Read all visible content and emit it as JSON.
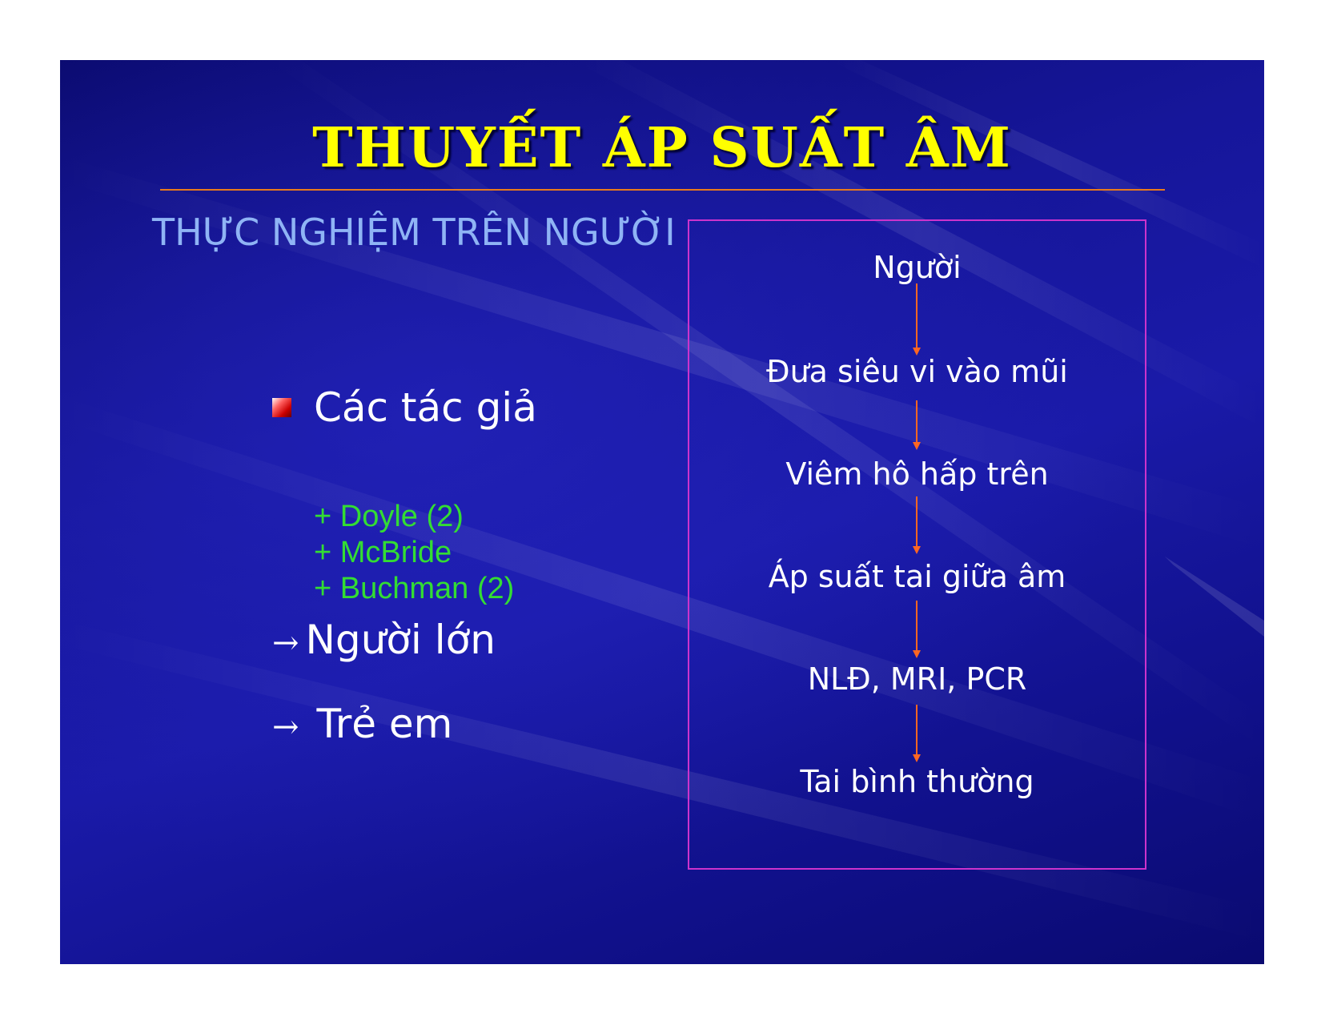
{
  "slide": {
    "title": "THUYẾT ÁP SUẤT ÂM",
    "subtitle": "THỰC NGHIỆM TRÊN NGƯỜI",
    "bullet": "Các tác giả",
    "authors": [
      "+ Doyle (2)",
      "+ McBride",
      "+ Buchman (2)"
    ],
    "arrow_symbol": "→",
    "adult": "Người lớn",
    "child": "Trẻ em"
  },
  "flow": {
    "steps": [
      "Người",
      "Đưa siêu vi vào mũi",
      "Viêm hô hấp trên",
      "Áp suất tai giữa âm",
      "NLĐ, MRI, PCR",
      "Tai bình thường"
    ]
  },
  "colors": {
    "background": "#14149a",
    "title": "#ffff00",
    "title_rule": "#e87a1c",
    "subtitle": "#8fb4f5",
    "authors": "#33dd33",
    "flow_border": "#cc33cc",
    "flow_arrow": "#ff6622",
    "text": "#ffffff"
  }
}
